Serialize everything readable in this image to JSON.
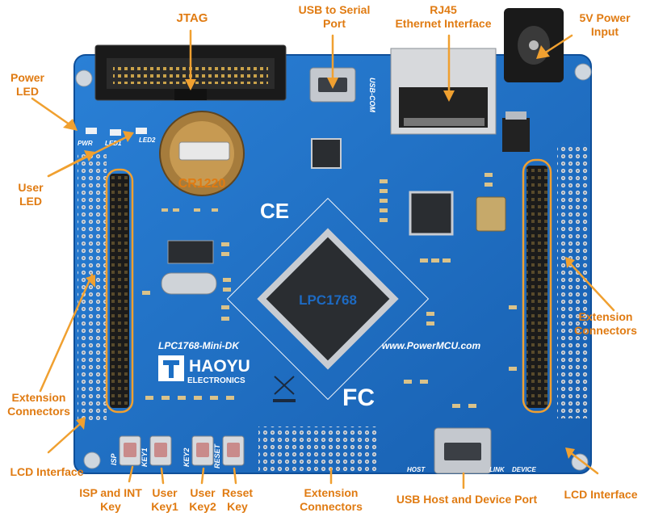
{
  "labels": {
    "jtag": "JTAG",
    "usb_serial_line1": "USB to Serial",
    "usb_serial_line2": "Port",
    "rj45_line1": "RJ45",
    "rj45_line2": "Ethernet Interface",
    "power_input_line1": "5V Power",
    "power_input_line2": "Input",
    "power_led_line1": "Power",
    "power_led_line2": "LED",
    "user_led_line1": "User",
    "user_led_line2": "LED",
    "ext_left_line1": "Extension",
    "ext_left_line2": "Connectors",
    "ext_right_line1": "Extension",
    "ext_right_line2": "Connectors",
    "ext_bottom_line1": "Extension",
    "ext_bottom_line2": "Connectors",
    "lcd_left": "LCD Interface",
    "lcd_right": "LCD Interface",
    "isp_line1": "ISP and INT",
    "isp_line2": "Key",
    "key1_line1": "User",
    "key1_line2": "Key1",
    "key2_line1": "User",
    "key2_line2": "Key2",
    "reset_line1": "Reset",
    "reset_line2": "Key",
    "usb_host": "USB Host and Device Port"
  },
  "board": {
    "mcu": "LPC1768",
    "battery": "CR1220",
    "model": "LPC1768-Mini-DK",
    "brand": "HAOYU",
    "brand_sub": "ELECTRONICS",
    "website": "www.PowerMCU.com",
    "usb_com": "USB-COM",
    "ce_mark": "CE",
    "fc_mark": "FC",
    "pwr": "PWR",
    "led1": "LED1",
    "led2": "LED2",
    "btn_isp": "ISP",
    "btn_key1": "KEY1",
    "btn_key2": "KEY2",
    "btn_reset": "RESET",
    "host": "HOST",
    "link": "LINK",
    "device": "DEVICE"
  },
  "colors": {
    "label": "#e07b12",
    "board": "#1c6fc4",
    "board_edge": "#0f4f99"
  }
}
